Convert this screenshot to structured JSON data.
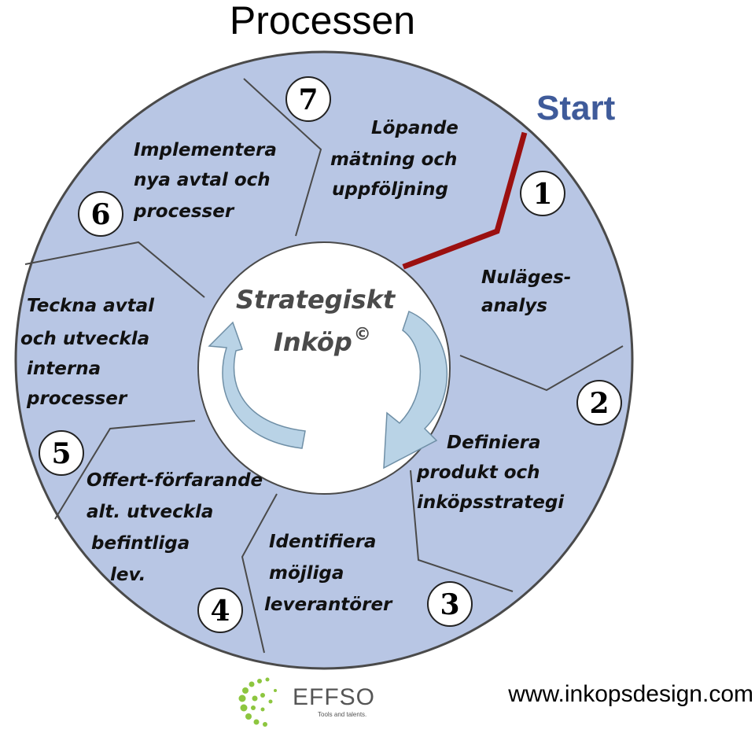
{
  "title": "Processen",
  "start_label": "Start",
  "center": {
    "line1": "Strategiskt",
    "line2": "Inköp",
    "copyright": "©"
  },
  "segments": [
    {
      "number": "1",
      "lines": [
        "Nuläges-",
        "analys"
      ]
    },
    {
      "number": "2",
      "lines": [
        "Definiera",
        "produkt och",
        "inköpsstrategi"
      ]
    },
    {
      "number": "3",
      "lines": [
        "Identifiera",
        "möjliga",
        "leverantörer"
      ]
    },
    {
      "number": "4",
      "lines": [
        "Offert-förfarande",
        "alt. utveckla",
        "befintliga",
        "lev."
      ]
    },
    {
      "number": "5",
      "lines": [
        "Teckna avtal",
        "och utveckla",
        "interna",
        "processer"
      ]
    },
    {
      "number": "6",
      "lines": [
        "Implementera",
        "nya avtal och",
        "processer"
      ]
    },
    {
      "number": "7",
      "lines": [
        "Löpande",
        "mätning och",
        "uppföljning"
      ]
    }
  ],
  "footer": {
    "logo_text": "EFFSO",
    "logo_tagline": "Tools and talents.",
    "website": "www.inkopsdesign.com"
  },
  "colors": {
    "ring_fill": "#b8c6e4",
    "ring_stroke": "#4a4a4a",
    "center_fill": "#ffffff",
    "start_text": "#3f5b9a",
    "start_line": "#9b1010",
    "arrow_fill": "#b9d3e6",
    "arrow_stroke": "#6f8fa6",
    "logo_green": "#8dc63f"
  }
}
